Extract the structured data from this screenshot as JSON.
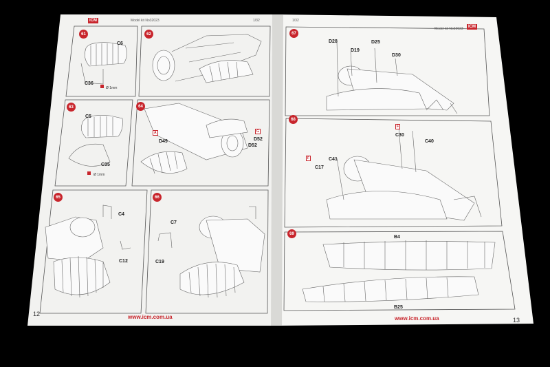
{
  "image": {
    "subject": "ICM model kit instruction booklet open on black background",
    "colors": {
      "background": "#000000",
      "paper": "#f2f2f0",
      "accent": "#c8252c",
      "line": "#555555"
    }
  },
  "left_page": {
    "logo": "ICM",
    "header_model": "Model kit No32023",
    "header_scale": "1/32",
    "page_number": "12",
    "url": "www.icm.com.ua",
    "steps": [
      {
        "num": "61",
        "parts": [
          "C6",
          "C36"
        ],
        "note": "Ø 1mm"
      },
      {
        "num": "62",
        "parts": []
      },
      {
        "num": "63",
        "parts": [
          "C5",
          "C35"
        ],
        "note": "Ø 1mm"
      },
      {
        "num": "64",
        "parts": [
          "D49",
          "D52",
          "D52"
        ]
      },
      {
        "num": "65",
        "parts": [
          "C4",
          "C12"
        ]
      },
      {
        "num": "66",
        "parts": [
          "C7",
          "C19"
        ]
      }
    ]
  },
  "right_page": {
    "logo": "ICM",
    "header_model": "Model kit No32023",
    "header_scale": "1/32",
    "page_number": "13",
    "url": "www.icm.com.ua",
    "steps": [
      {
        "num": "67",
        "parts": [
          "D28",
          "D25",
          "D19",
          "D30"
        ]
      },
      {
        "num": "68",
        "parts": [
          "C30",
          "C40",
          "C41",
          "C17"
        ]
      },
      {
        "num": "69",
        "parts": [
          "B4",
          "B25"
        ]
      }
    ]
  }
}
